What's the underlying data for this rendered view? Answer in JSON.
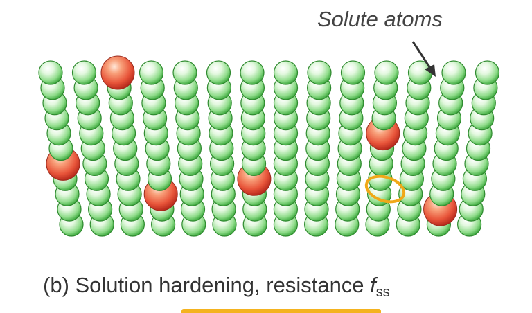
{
  "labels": {
    "solute_atoms": "Solute atoms"
  },
  "caption": {
    "text": "(b) Solution hardening, resistance",
    "symbol": "f",
    "subscript": "ss"
  },
  "lattice": {
    "columns": 14,
    "rows": 11,
    "solute_atoms": [
      {
        "column": 1,
        "row": 5
      },
      {
        "column": 3,
        "row": 11
      },
      {
        "column": 4,
        "row": 3
      },
      {
        "column": 7,
        "row": 4
      },
      {
        "column": 11,
        "row": 7,
        "highlighted": true
      },
      {
        "column": 13,
        "row": 2,
        "labeled": true
      }
    ]
  },
  "colors": {
    "matrix_atom": "#7ed67e",
    "solute_atom": "#e8553a",
    "highlight_ring": "#f0a818",
    "underline": "#f4b31f"
  }
}
